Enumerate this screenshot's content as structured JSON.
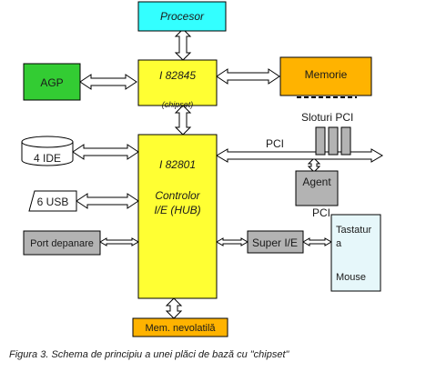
{
  "diagram": {
    "procesor": "Procesor",
    "north_bridge": "I 82845",
    "north_bridge_sub": "(chipset)",
    "agp": "AGP",
    "memorie": "Memorie",
    "sloturi_pci": "Sloturi PCI",
    "pci_bus": "PCI",
    "agent": "Agent",
    "agent_pci": "PCI",
    "ide": "4 IDE",
    "hub_title": "I 82801",
    "hub_line1": "Controlor",
    "hub_line2": "I/E (HUB)",
    "usb": "6 USB",
    "port_depanare": "Port depanare",
    "super_io": "Super I/E",
    "tastatura_line1": "Tastatur",
    "tastatura_line2": "a",
    "mouse": "Mouse",
    "nevolatila": "Mem. nevolatilă"
  },
  "caption": "Figura 3. Schema de principiu a unei plăci de bază cu \"chipset\"",
  "colors": {
    "procesor": "#33ffff",
    "chip": "#ffff33",
    "agp": "#33cc33",
    "memorie": "#ffb300",
    "gray_box": "#b3b3b3",
    "keyboard_box": "#e6f7fa",
    "ide_fill": "#ffffff",
    "stroke": "#000000"
  }
}
